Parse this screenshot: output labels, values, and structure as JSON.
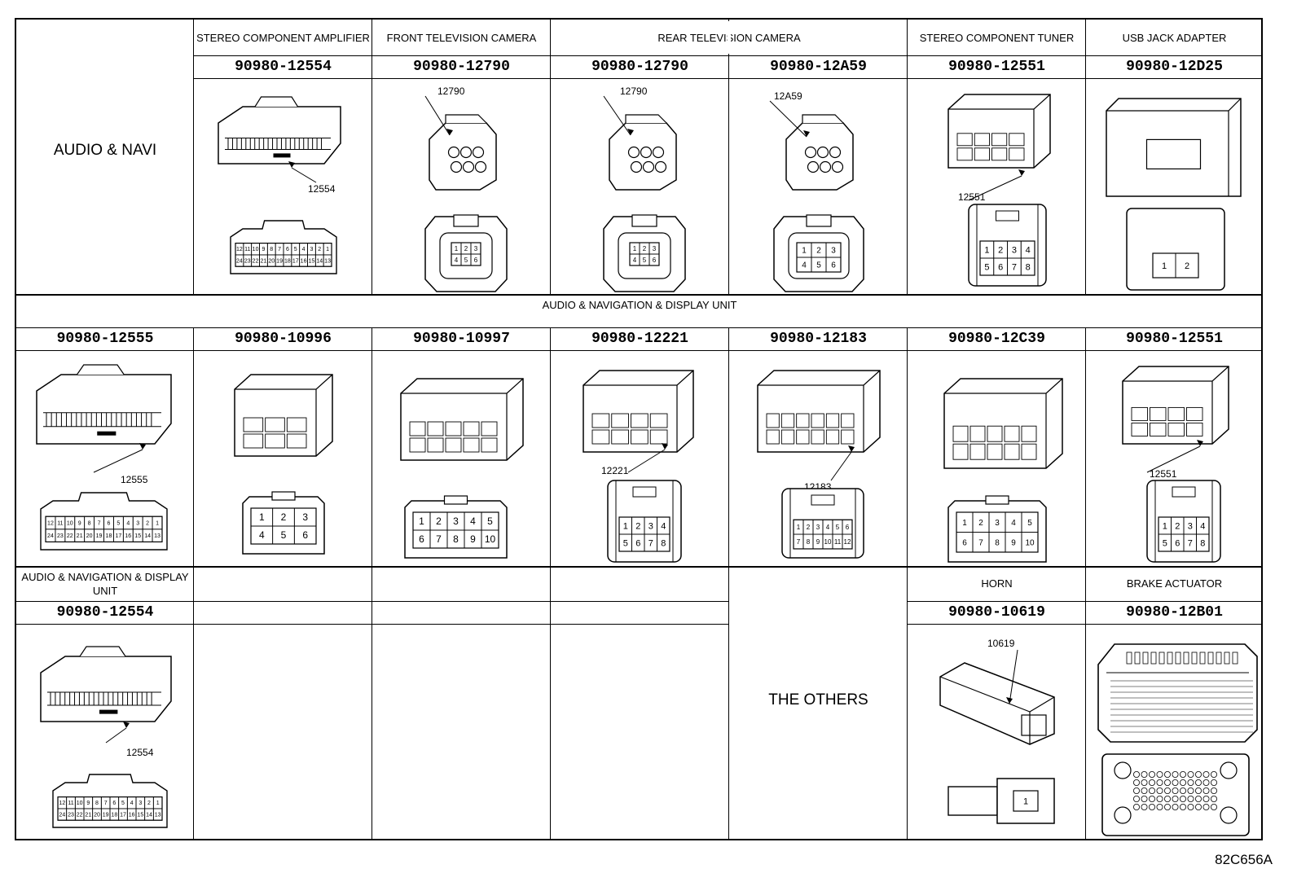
{
  "rows": [
    {
      "group_label": "AUDIO & NAVI",
      "cells": [
        {
          "title": "STEREO COMPONENT AMPLIFIER",
          "part": "90980-12554",
          "callout": "12554",
          "pins": [
            "12",
            "11",
            "10",
            "9",
            "8",
            "7",
            "6",
            "5",
            "4",
            "3",
            "2",
            "1",
            "24",
            "23",
            "22",
            "21",
            "20",
            "19",
            "18",
            "17",
            "16",
            "15",
            "14",
            "13"
          ]
        },
        {
          "title": "FRONT TELEVISION CAMERA",
          "part": "90980-12790",
          "callout": "12790",
          "pins": [
            "1",
            "2",
            "3",
            "4",
            "5",
            "6"
          ]
        },
        {
          "title": "REAR TELEVISION CAMERA",
          "part": "90980-12790",
          "callout": "12790",
          "pins": [
            "1",
            "2",
            "3",
            "4",
            "5",
            "6"
          ]
        },
        {
          "title": "",
          "part": "90980-12A59",
          "callout": "12A59",
          "pins": [
            "1",
            "2",
            "3",
            "4",
            "5",
            "6"
          ]
        },
        {
          "title": "STEREO COMPONENT TUNER",
          "part": "90980-12551",
          "callout": "12551",
          "pins": [
            "1",
            "2",
            "3",
            "4",
            "5",
            "6",
            "7",
            "8"
          ]
        },
        {
          "title": "USB JACK ADAPTER",
          "part": "90980-12D25",
          "callout": "",
          "pins": [
            "1",
            "2"
          ]
        }
      ]
    },
    {
      "group_label": "AUDIO & NAVIGATION & DISPLAY UNIT",
      "cells": [
        {
          "title": "",
          "part": "90980-12555",
          "callout": "12555",
          "pins": [
            "12",
            "11",
            "10",
            "9",
            "8",
            "7",
            "6",
            "5",
            "4",
            "3",
            "2",
            "1",
            "24",
            "23",
            "22",
            "21",
            "20",
            "19",
            "18",
            "17",
            "16",
            "15",
            "14",
            "13"
          ]
        },
        {
          "title": "",
          "part": "90980-10996",
          "callout": "",
          "pins": [
            "1",
            "2",
            "3",
            "4",
            "5",
            "6"
          ]
        },
        {
          "title": "",
          "part": "90980-10997",
          "callout": "",
          "pins": [
            "1",
            "2",
            "3",
            "4",
            "5",
            "6",
            "7",
            "8",
            "9",
            "10"
          ]
        },
        {
          "title": "",
          "part": "90980-12221",
          "callout": "12221",
          "pins": [
            "1",
            "2",
            "3",
            "4",
            "5",
            "6",
            "7",
            "8"
          ]
        },
        {
          "title": "",
          "part": "90980-12183",
          "callout": "12183",
          "pins": [
            "1",
            "2",
            "3",
            "4",
            "5",
            "6",
            "7",
            "8",
            "9",
            "10",
            "11",
            "12"
          ]
        },
        {
          "title": "",
          "part": "90980-12C39",
          "callout": "",
          "pins": [
            "1",
            "2",
            "3",
            "4",
            "5",
            "6",
            "7",
            "8",
            "9",
            "10"
          ]
        },
        {
          "title": "",
          "part": "90980-12551",
          "callout": "12551",
          "pins": [
            "1",
            "2",
            "3",
            "4",
            "5",
            "6",
            "7",
            "8"
          ]
        }
      ]
    },
    {
      "group_label": "AUDIO & NAVIGATION & DISPLAY UNIT",
      "cells": [
        {
          "title": "AUDIO & NAVIGATION & DISPLAY UNIT",
          "part": "90980-12554",
          "callout": "12554",
          "pins": [
            "12",
            "11",
            "10",
            "9",
            "8",
            "7",
            "6",
            "5",
            "4",
            "3",
            "2",
            "1",
            "24",
            "23",
            "22",
            "21",
            "20",
            "19",
            "18",
            "17",
            "16",
            "15",
            "14",
            "13"
          ]
        },
        {
          "title": "HORN",
          "part": "90980-10619",
          "callout": "10619",
          "pins": [
            "1"
          ]
        },
        {
          "title": "BRAKE ACTUATOR",
          "part": "90980-12B01",
          "callout": "",
          "pins": []
        }
      ],
      "others_label": "THE OTHERS"
    }
  ],
  "drawing_code": "82C656A"
}
